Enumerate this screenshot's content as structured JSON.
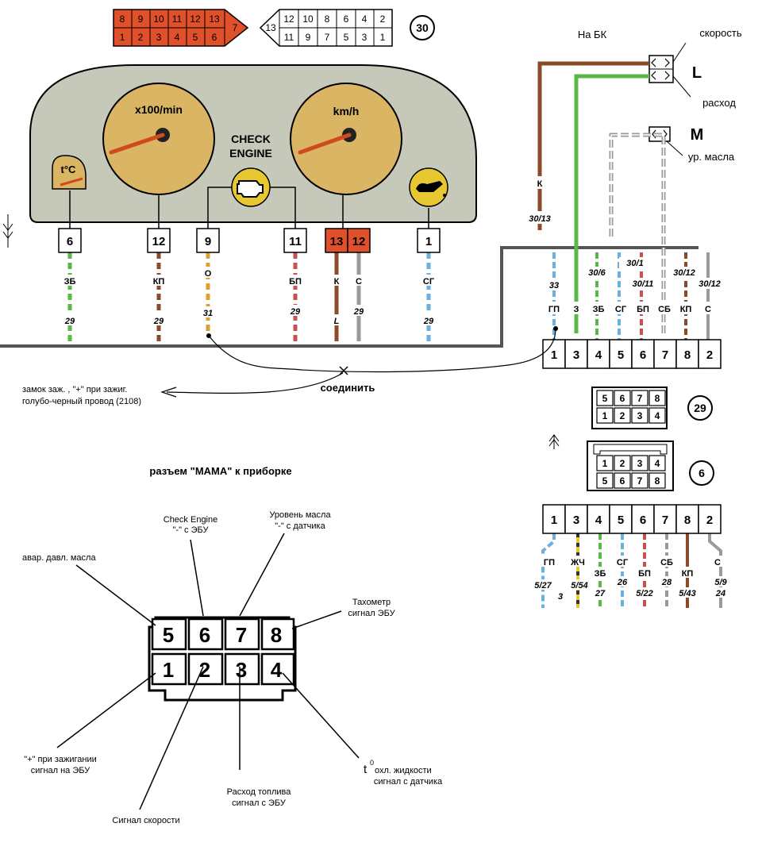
{
  "connector_top_orange": {
    "row_top": [
      "8",
      "9",
      "10",
      "11",
      "12",
      "13"
    ],
    "row_bottom": [
      "1",
      "2",
      "3",
      "4",
      "5",
      "6"
    ],
    "end": "7",
    "color": "#e0502a"
  },
  "connector_top_white": {
    "end": "13",
    "row_top": [
      "12",
      "10",
      "8",
      "6",
      "4",
      "2"
    ],
    "row_bottom": [
      "11",
      "9",
      "7",
      "5",
      "3",
      "1"
    ],
    "id": "30"
  },
  "cluster": {
    "tacho_label": "x100/min",
    "speedo_label": "km/h",
    "check_engine_line1": "CHECK",
    "check_engine_line2": "ENGINE",
    "temp_label": "t°C",
    "dial_color": "#d9b564",
    "body_color": "#c6c9b9"
  },
  "cluster_pins": [
    {
      "pin": "6",
      "wire": "ЗБ",
      "code": "29"
    },
    {
      "pin": "12",
      "wire": "КП",
      "code": "29"
    },
    {
      "pin": "9",
      "wire": "О",
      "code": "31"
    },
    {
      "pin": "11",
      "wire": "БП",
      "code": "29"
    },
    {
      "pin": "13",
      "wire": "К",
      "code": "L"
    },
    {
      "pin": "12",
      "wire": "С",
      "code": "29"
    },
    {
      "pin": "1",
      "wire": "СГ",
      "code": "29"
    }
  ],
  "bk": {
    "title": "На БК",
    "speed": "скорость",
    "consumption": "расход",
    "letter_l": "L",
    "letter_m": "M",
    "oil_level": "ур. масла"
  },
  "right_wires_upper": {
    "k_label": "К",
    "k_code": "30/13",
    "gp_code": "33",
    "codes": [
      "30/6",
      "30/1",
      "30/11",
      "30/12",
      "30/12"
    ],
    "wire_names": [
      "ГП",
      "З",
      "ЗБ",
      "СГ",
      "БП",
      "СБ",
      "КП",
      "С"
    ],
    "pins": [
      "1",
      "3",
      "4",
      "5",
      "6",
      "7",
      "8",
      "2"
    ]
  },
  "connect_note": "соединить",
  "ignition_note_line1": "замок заж. , \"+\" при зажиг.",
  "ignition_note_line2": "голубо-черный провод (2108)",
  "connector_29": {
    "row_top": [
      "5",
      "6",
      "7",
      "8"
    ],
    "row_bottom": [
      "1",
      "2",
      "3",
      "4"
    ],
    "id": "29"
  },
  "connector_6": {
    "row_top": [
      "1",
      "2",
      "3",
      "4"
    ],
    "row_bottom": [
      "5",
      "6",
      "7",
      "8"
    ],
    "id": "6"
  },
  "right_wires_lower": {
    "pins": [
      "1",
      "3",
      "4",
      "5",
      "6",
      "7",
      "8",
      "2"
    ],
    "wire_names": [
      "ГП",
      "ЖЧ",
      "ЗБ",
      "СГ",
      "БП",
      "СБ",
      "КП",
      "С"
    ],
    "codes_a": [
      "5/27",
      "5/54",
      "",
      "",
      "5/22",
      "",
      "5/43",
      "5/9"
    ],
    "codes_b": [
      "3",
      "",
      "27",
      "26",
      "",
      "28",
      "",
      "24"
    ]
  },
  "mama": {
    "title": "разъем \"МАМА\" к приборке",
    "row_top": [
      "5",
      "6",
      "7",
      "8"
    ],
    "row_bottom": [
      "1",
      "2",
      "3",
      "4"
    ],
    "ann_oil_pressure": "авар. давл. масла",
    "ann_check_line1": "Check Engine",
    "ann_check_line2": "\"-\" с ЭБУ",
    "ann_oil_level_line1": "Уровень масла",
    "ann_oil_level_line2": "\"-\" с датчика",
    "ann_tacho_line1": "Тахометр",
    "ann_tacho_line2": "сигнал ЭБУ",
    "ann_ign_line1": "\"+\" при зажигании",
    "ann_ign_line2": "сигнал на ЭБУ",
    "ann_speed": "Сигнал скорости",
    "ann_fuel_line1": "Расход топлива",
    "ann_fuel_line2": "сигнал с ЭБУ",
    "ann_temp_sup": "t",
    "ann_temp_deg": "0",
    "ann_temp_line1": " охл. жидкости",
    "ann_temp_line2": "сигнал с датчика"
  },
  "colors": {
    "brown": "#8b4a2a",
    "green": "#58b848",
    "grey": "#9a9a9a",
    "blue": "#6ab0e0",
    "dark": "#444444",
    "orange": "#e0502a"
  }
}
